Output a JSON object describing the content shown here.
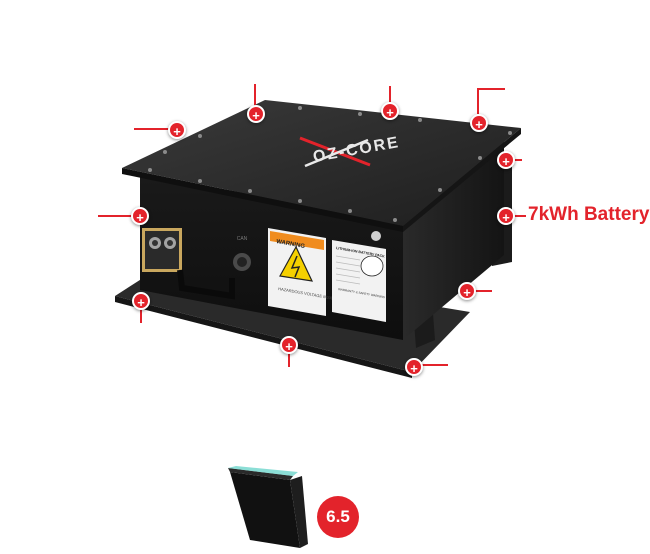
{
  "battery": {
    "label": "7kWh Battery",
    "brand_logo": "OZ-CORE",
    "warning_title": "WARNING",
    "warning_text": "HAZARDOUS VOLTAGE INSIDE",
    "nameplate_title": "LITHIUM-ION BATTERY PACK",
    "nameplate_footer": "WARRANTY & SAFETY WARNING",
    "plug_label": "CAN"
  },
  "hotspots": {
    "symbol": "+",
    "icon": "plus-icon",
    "count": 11
  },
  "thumbnail": {
    "badge": "6.5"
  },
  "colors": {
    "accent": "#e3232b",
    "case": "#1c1c1c",
    "lid": "#2b2b2b"
  }
}
